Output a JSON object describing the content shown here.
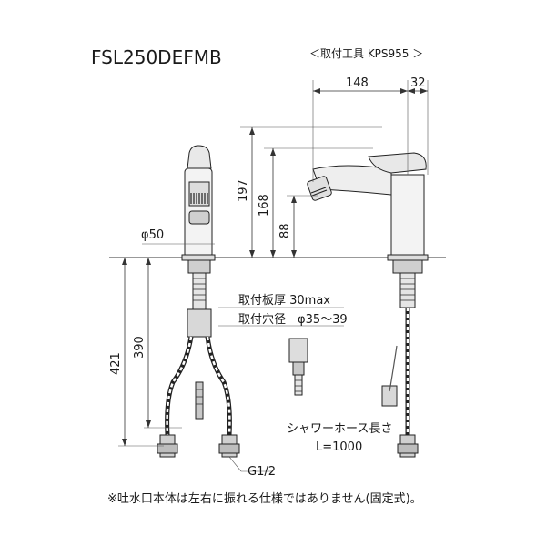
{
  "model": "FSL250DEFMB",
  "tool": "＜取付工具 KPS955 ＞",
  "dims": {
    "d148": "148",
    "d32": "32",
    "d197": "197",
    "d168": "168",
    "d88": "88",
    "d421": "421",
    "d390": "390",
    "phi50": "φ50"
  },
  "notes": {
    "plate_thickness": "取付板厚 30max",
    "hole_diameter": "取付穴径　φ35～39",
    "hose_length": "シャワーホース長さ",
    "hose_length_value": "L=1000",
    "thread": "G1/2",
    "footnote": "※吐水口本体は左右に振れる仕様ではありません(固定式)。"
  }
}
